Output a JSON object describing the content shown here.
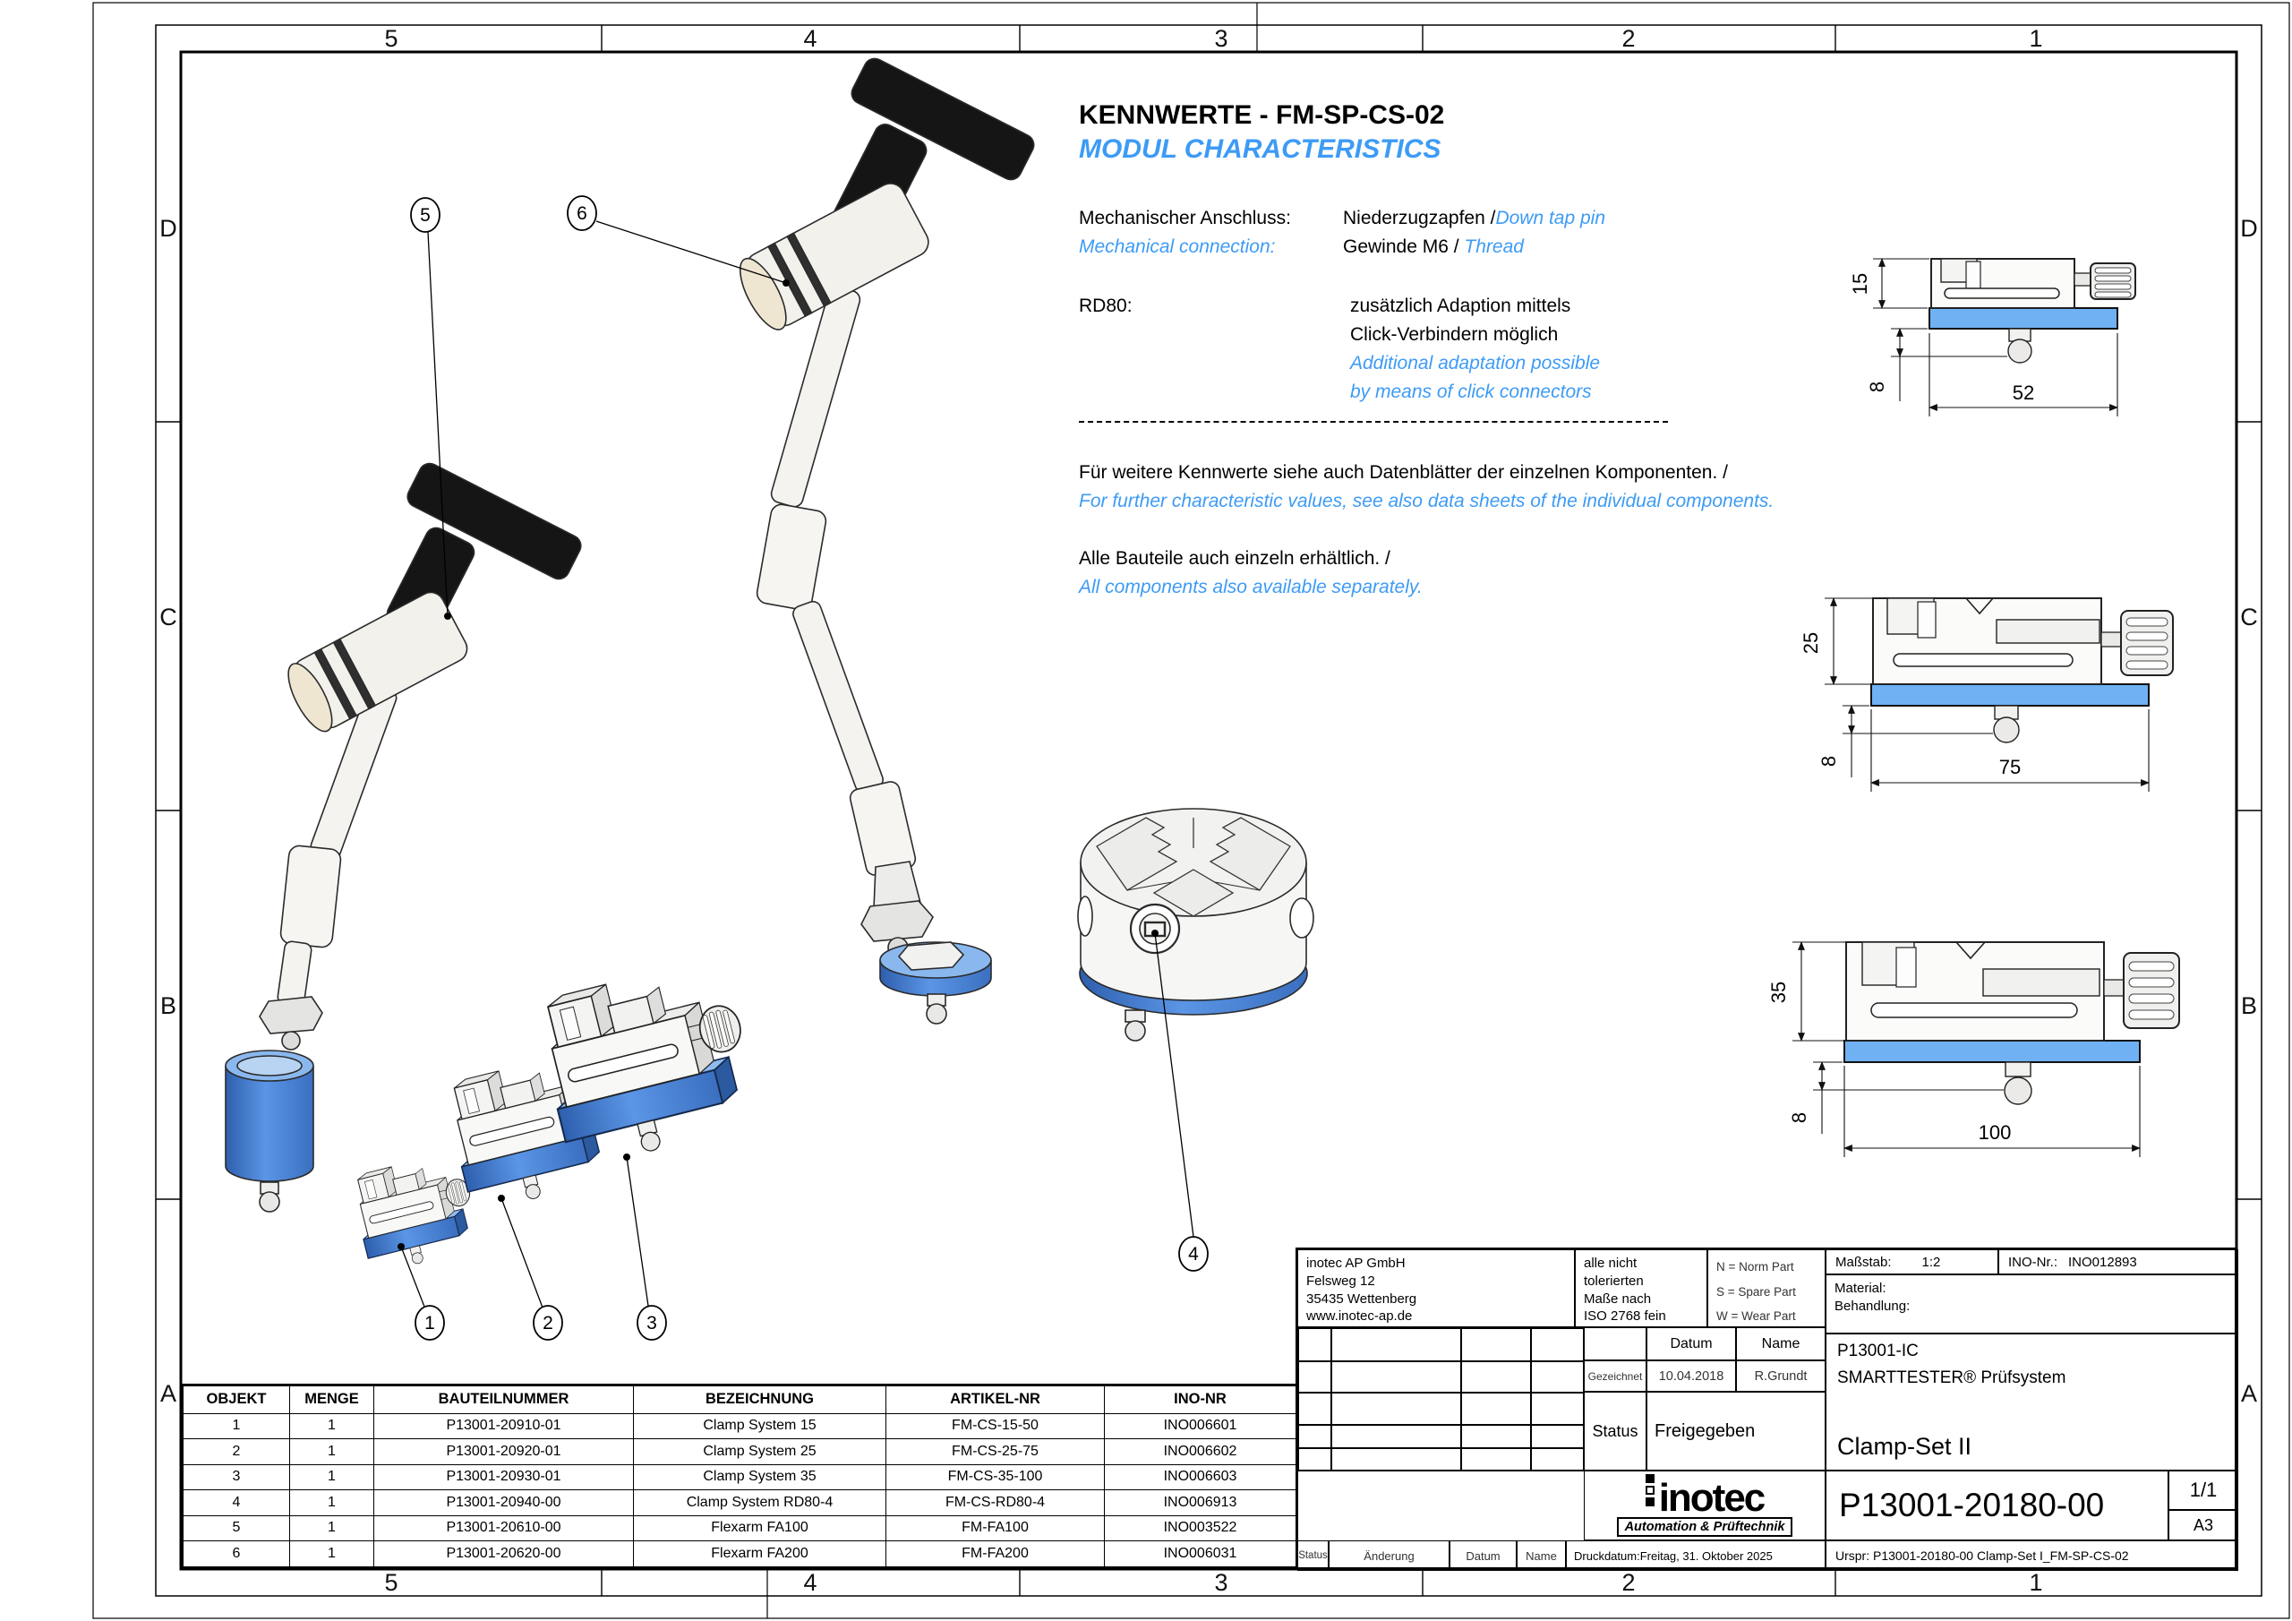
{
  "colors": {
    "accent_blue": "#3d9bf5",
    "dim_base_blue": "#6FB1F3",
    "part_blue": "#3f74c6"
  },
  "frame": {
    "cols": [
      "5",
      "4",
      "3",
      "2",
      "1"
    ],
    "rows": [
      "D",
      "C",
      "B",
      "A"
    ]
  },
  "kennwerte": {
    "title": "KENNWERTE - FM-SP-CS-02",
    "subtitle": "MODUL CHARACTERISTICS",
    "mech_label_de": "Mechanischer Anschluss:",
    "mech_label_en": "Mechanical connection:",
    "mech1_de": "Niederzugzapfen /",
    "mech1_en": "Down tap pin",
    "mech2_de": "Gewinde M6 / ",
    "mech2_en": "Thread",
    "rd80_label": "RD80:",
    "rd80_line1": "zusätzlich Adaption mittels",
    "rd80_line2": "Click-Verbindern möglich",
    "rd80_line3": "Additional adaptation possible",
    "rd80_line4": "by means of click connectors",
    "note1_de": "Für weitere Kennwerte siehe auch Datenblätter der einzelnen Komponenten. /",
    "note1_en": "For further characteristic values, see also data sheets of the individual components.",
    "note2_de": "Alle Bauteile auch einzeln erhältlich. /",
    "note2_en": "All components also available separately."
  },
  "callouts": [
    "1",
    "2",
    "3",
    "4",
    "5",
    "6"
  ],
  "dims": {
    "d1": {
      "h": "15",
      "p": "8",
      "w": "52"
    },
    "d2": {
      "h": "25",
      "p": "8",
      "w": "75"
    },
    "d3": {
      "h": "35",
      "p": "8",
      "w": "100"
    }
  },
  "bom": {
    "headers": [
      "OBJEKT",
      "MENGE",
      "BAUTEILNUMMER",
      "BEZEICHNUNG",
      "ARTIKEL-NR",
      "INO-NR"
    ],
    "rows": [
      [
        "1",
        "1",
        "P13001-20910-01",
        "Clamp System 15",
        "FM-CS-15-50",
        "INO006601"
      ],
      [
        "2",
        "1",
        "P13001-20920-01",
        "Clamp System 25",
        "FM-CS-25-75",
        "INO006602"
      ],
      [
        "3",
        "1",
        "P13001-20930-01",
        "Clamp System 35",
        "FM-CS-35-100",
        "INO006603"
      ],
      [
        "4",
        "1",
        "P13001-20940-00",
        "Clamp System RD80-4",
        "FM-CS-RD80-4",
        "INO006913"
      ],
      [
        "5",
        "1",
        "P13001-20610-00",
        "Flexarm FA100",
        "FM-FA100",
        "INO003522"
      ],
      [
        "6",
        "1",
        "P13001-20620-00",
        "Flexarm FA200",
        "FM-FA200",
        "INO006031"
      ]
    ]
  },
  "title_block": {
    "company": {
      "name": "inotec AP GmbH",
      "street": "Felsweg 12",
      "city": "35435 Wettenberg",
      "web": "www.inotec-ap.de"
    },
    "tolerance": [
      "alle nicht",
      "tolerierten",
      "Maße nach",
      "ISO 2768 fein"
    ],
    "legend": [
      "N = Norm Part",
      "S = Spare Part",
      "W = Wear Part"
    ],
    "masstab_label": "Maßstab:",
    "masstab_value": "1:2",
    "ino_label": "INO-Nr.:",
    "ino_value": "INO012893",
    "material_label": "Material:",
    "behandlung_label": "Behandlung:",
    "project_code": "P13001-IC",
    "project_name": "SMARTTESTER® Prüfsystem",
    "drawing_title": "Clamp-Set II",
    "part_number": "P13001-20180-00",
    "page": "1/1",
    "format": "A3",
    "urspr": "Urspr: P13001-20180-00 Clamp-Set I_FM-SP-CS-02",
    "druckdatum": "Druckdatum:Freitag, 31. Oktober 2025",
    "rev_datum": "Datum",
    "rev_name": "Name",
    "gezeichnet_label": "Gezeichnet",
    "gezeichnet_datum": "10.04.2018",
    "gezeichnet_name": "R.Grundt",
    "status_label": "Status",
    "status_value": "Freigegeben",
    "bottom_labels": [
      "Status",
      "Änderung",
      "Datum",
      "Name"
    ],
    "logo_text": "inotec",
    "logo_sub": "Automation & Prüftechnik"
  }
}
